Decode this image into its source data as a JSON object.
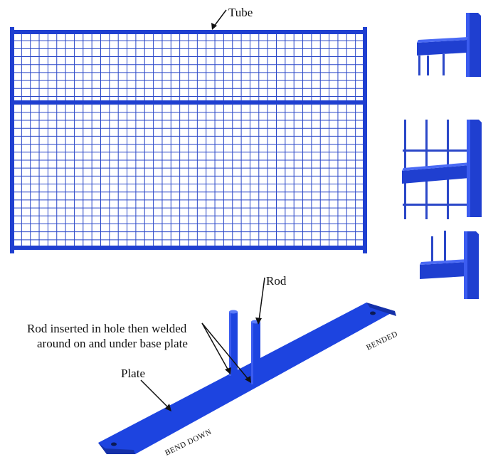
{
  "labels": {
    "tube": "Tube",
    "rod": "Rod",
    "rod_note_line1": "Rod inserted in hole then welded",
    "rod_note_line2": "around on and under base plate",
    "plate": "Plate",
    "bended": "BENDED",
    "bend_down": "BEND DOWN"
  },
  "colors": {
    "frame_blue": "#1f3fd0",
    "mesh_blue": "#2a47c8",
    "plate_blue": "#1d44e0",
    "plate_dark": "#1430a8",
    "arrow": "#111111"
  }
}
